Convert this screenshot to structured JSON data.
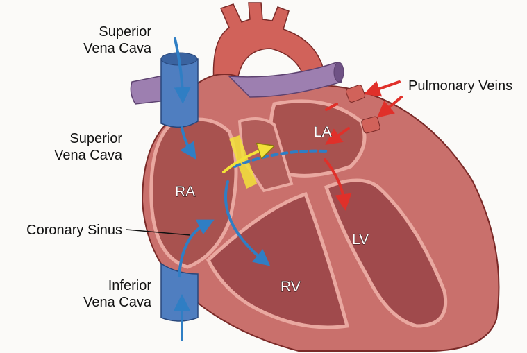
{
  "labels": {
    "svc_top": [
      "Superior",
      "Vena Cava"
    ],
    "svc_mid": [
      "Superior",
      "Vena Cava"
    ],
    "coronary_sinus": "Coronary Sinus",
    "ivc": [
      "Inferior",
      "Vena Cava"
    ],
    "pulmonary_veins": "Pulmonary Veins"
  },
  "chambers": {
    "ra": "RA",
    "la": "LA",
    "lv": "LV",
    "rv": "RV"
  },
  "colors": {
    "background": "#fbfaf8",
    "muscle": "#c9706c",
    "chamber": "#9e4a4c",
    "vein_blue": "#4f7ec0",
    "arrow_blue": "#2f7ec4",
    "arrow_red": "#e0302a",
    "arrow_yellow": "#f2e23a",
    "pulmonary_artery": "#9d7fb0"
  }
}
